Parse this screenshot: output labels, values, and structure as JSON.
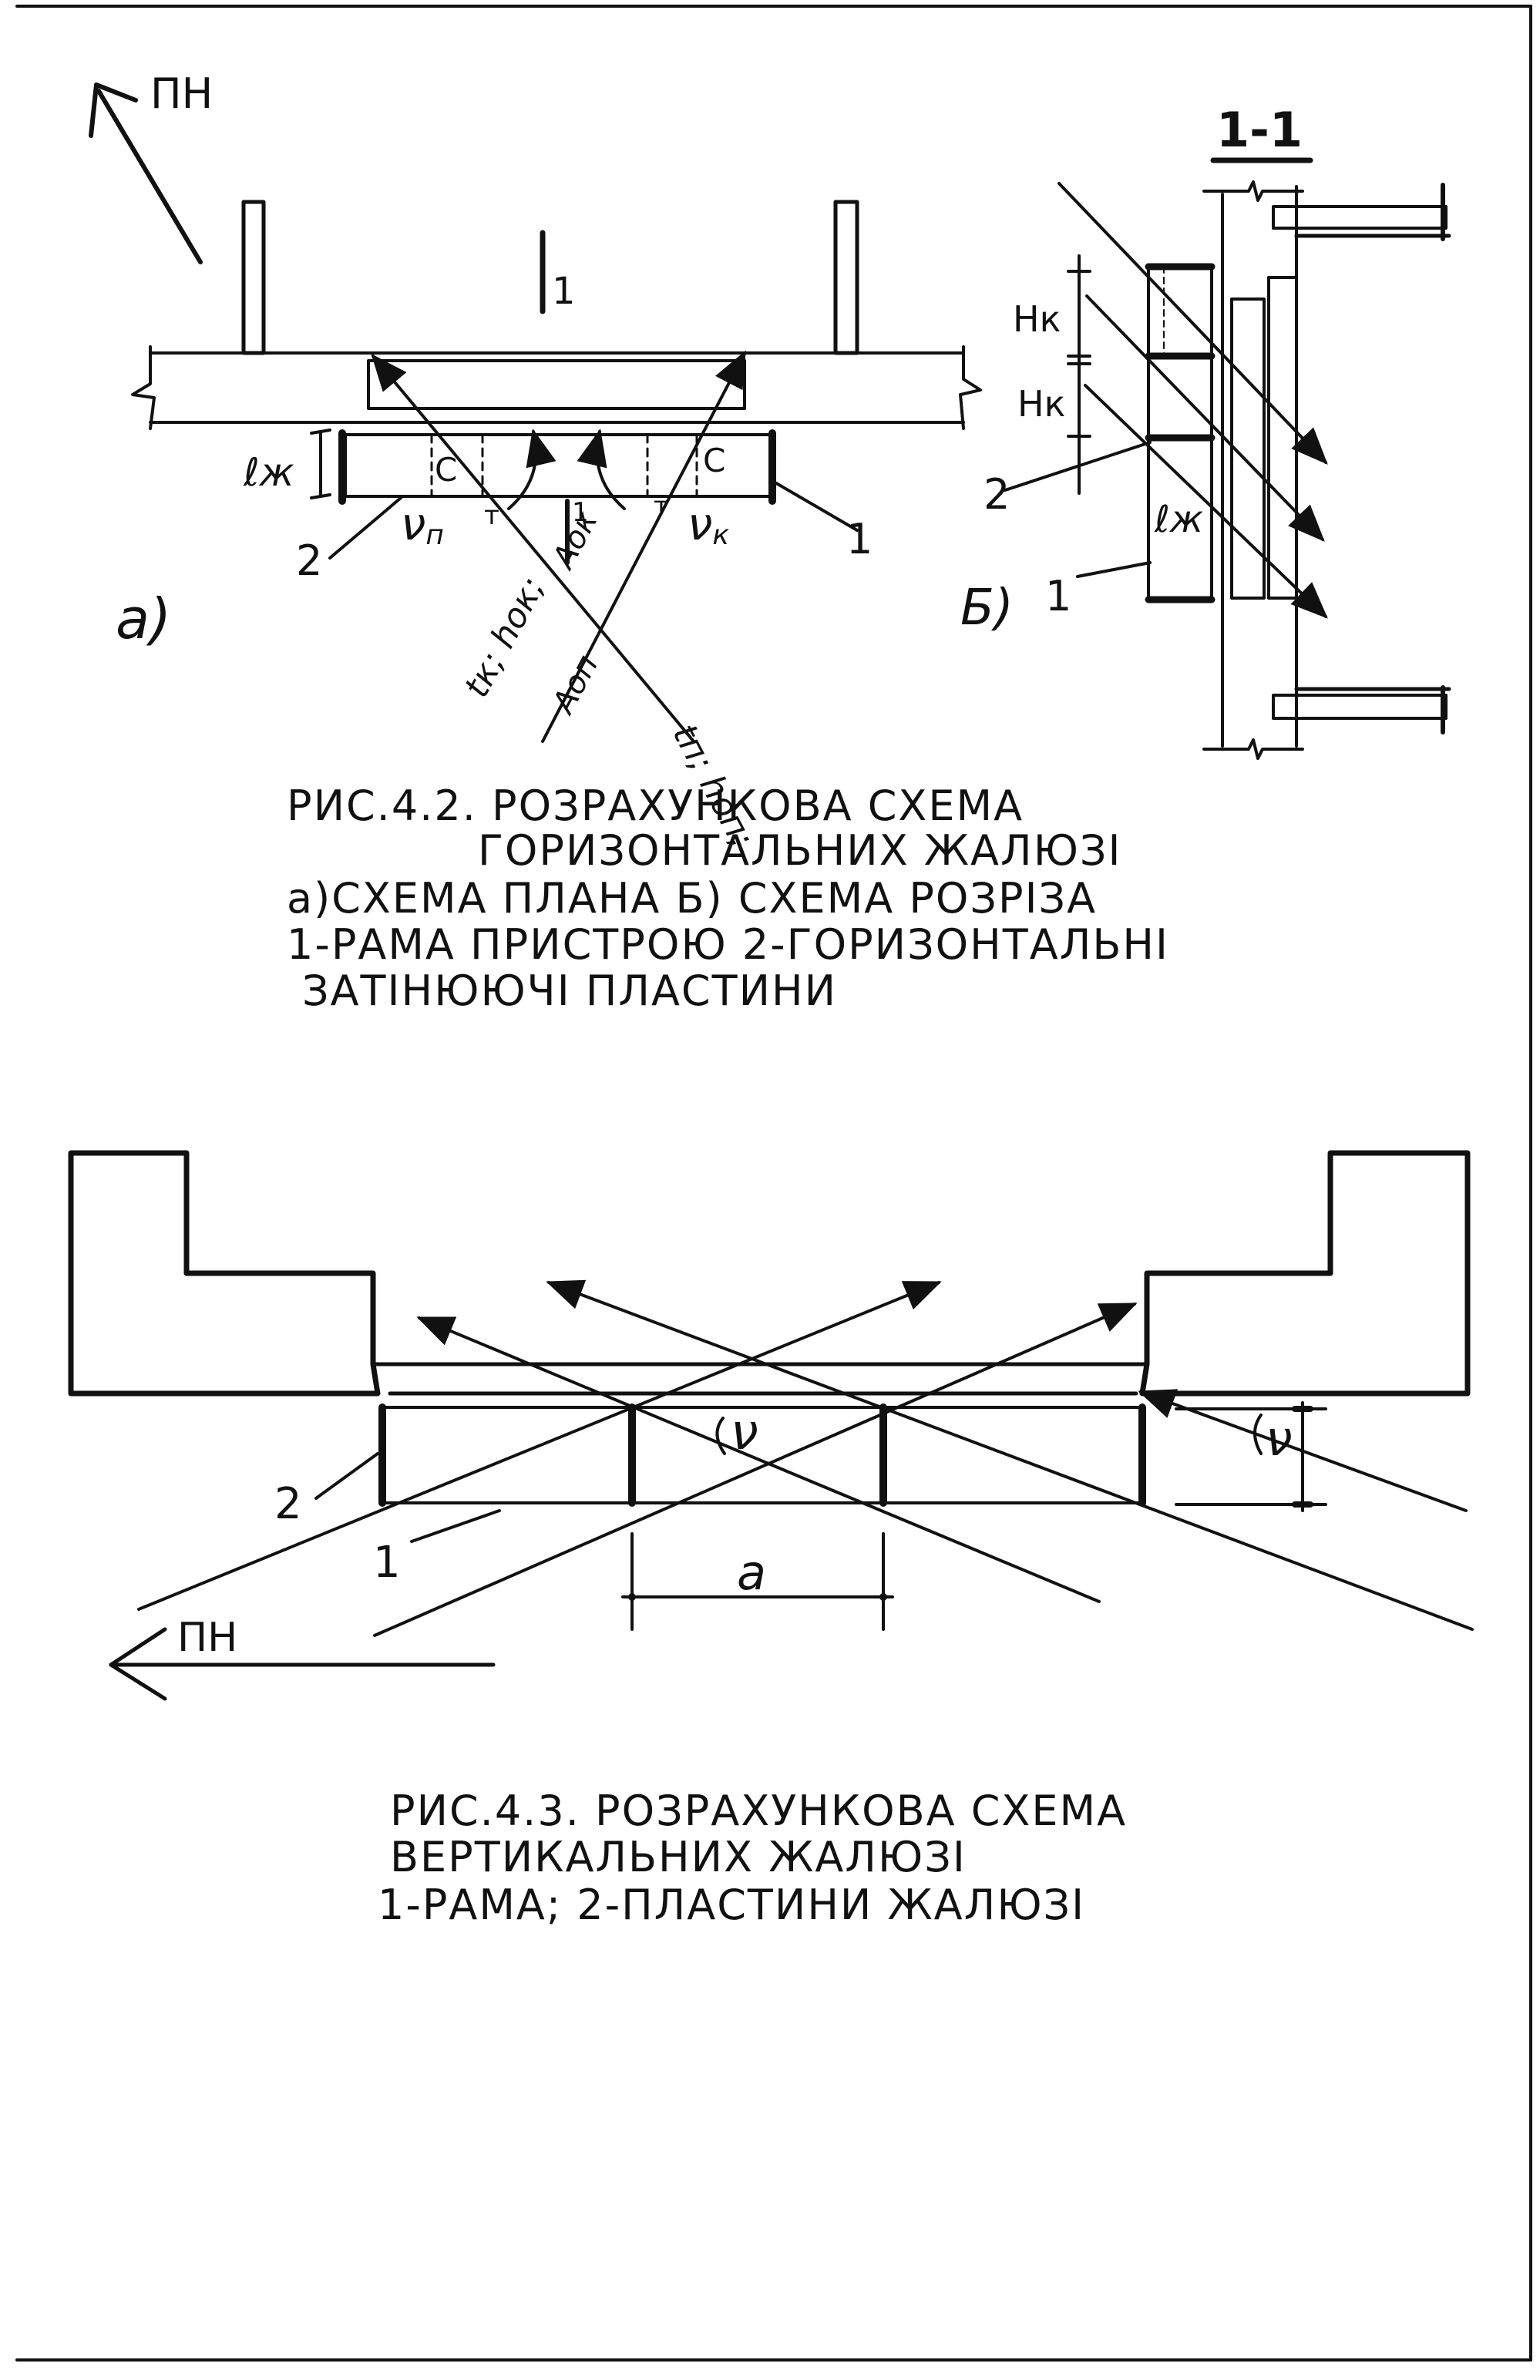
{
  "fig42": {
    "north": "ПН",
    "section_title": "1-1",
    "room_num": "1",
    "part_a": "а)",
    "part_b": "Б)",
    "lzh": "ℓж",
    "c": "С",
    "t": "т",
    "vp": "ν",
    "vp_sub": "п",
    "vk": "ν",
    "vk_sub": "к",
    "ray_left": "tк; hок;",
    "ray_left_2": "Aоп",
    "ray_right": "tп; hоп;",
    "aok": "Aок",
    "one": "1",
    "two": "2",
    "hk": "Нк",
    "caption": [
      "РИС.4.2. РОЗРАХУНКОВА СХЕМА",
      "ГОРИЗОНТАЛЬНИХ ЖАЛЮЗІ",
      "а)СХЕМА ПЛАНА   Б) СХЕМА РОЗРІЗА",
      "1-РАМА ПРИСТРОЮ  2-ГОРИЗОНТАЛЬНІ",
      "ЗАТІНЮЮЧІ ПЛАСТИНИ"
    ]
  },
  "fig43": {
    "north": "ПН",
    "nu": "ν",
    "a": "а",
    "one": "1",
    "two": "2",
    "caption": [
      "РИС.4.3. РОЗРАХУНКОВА СХЕМА",
      "ВЕРТИКАЛЬНИХ ЖАЛЮЗІ",
      "1-РАМА;   2-ПЛАСТИНИ ЖАЛЮЗІ"
    ]
  }
}
